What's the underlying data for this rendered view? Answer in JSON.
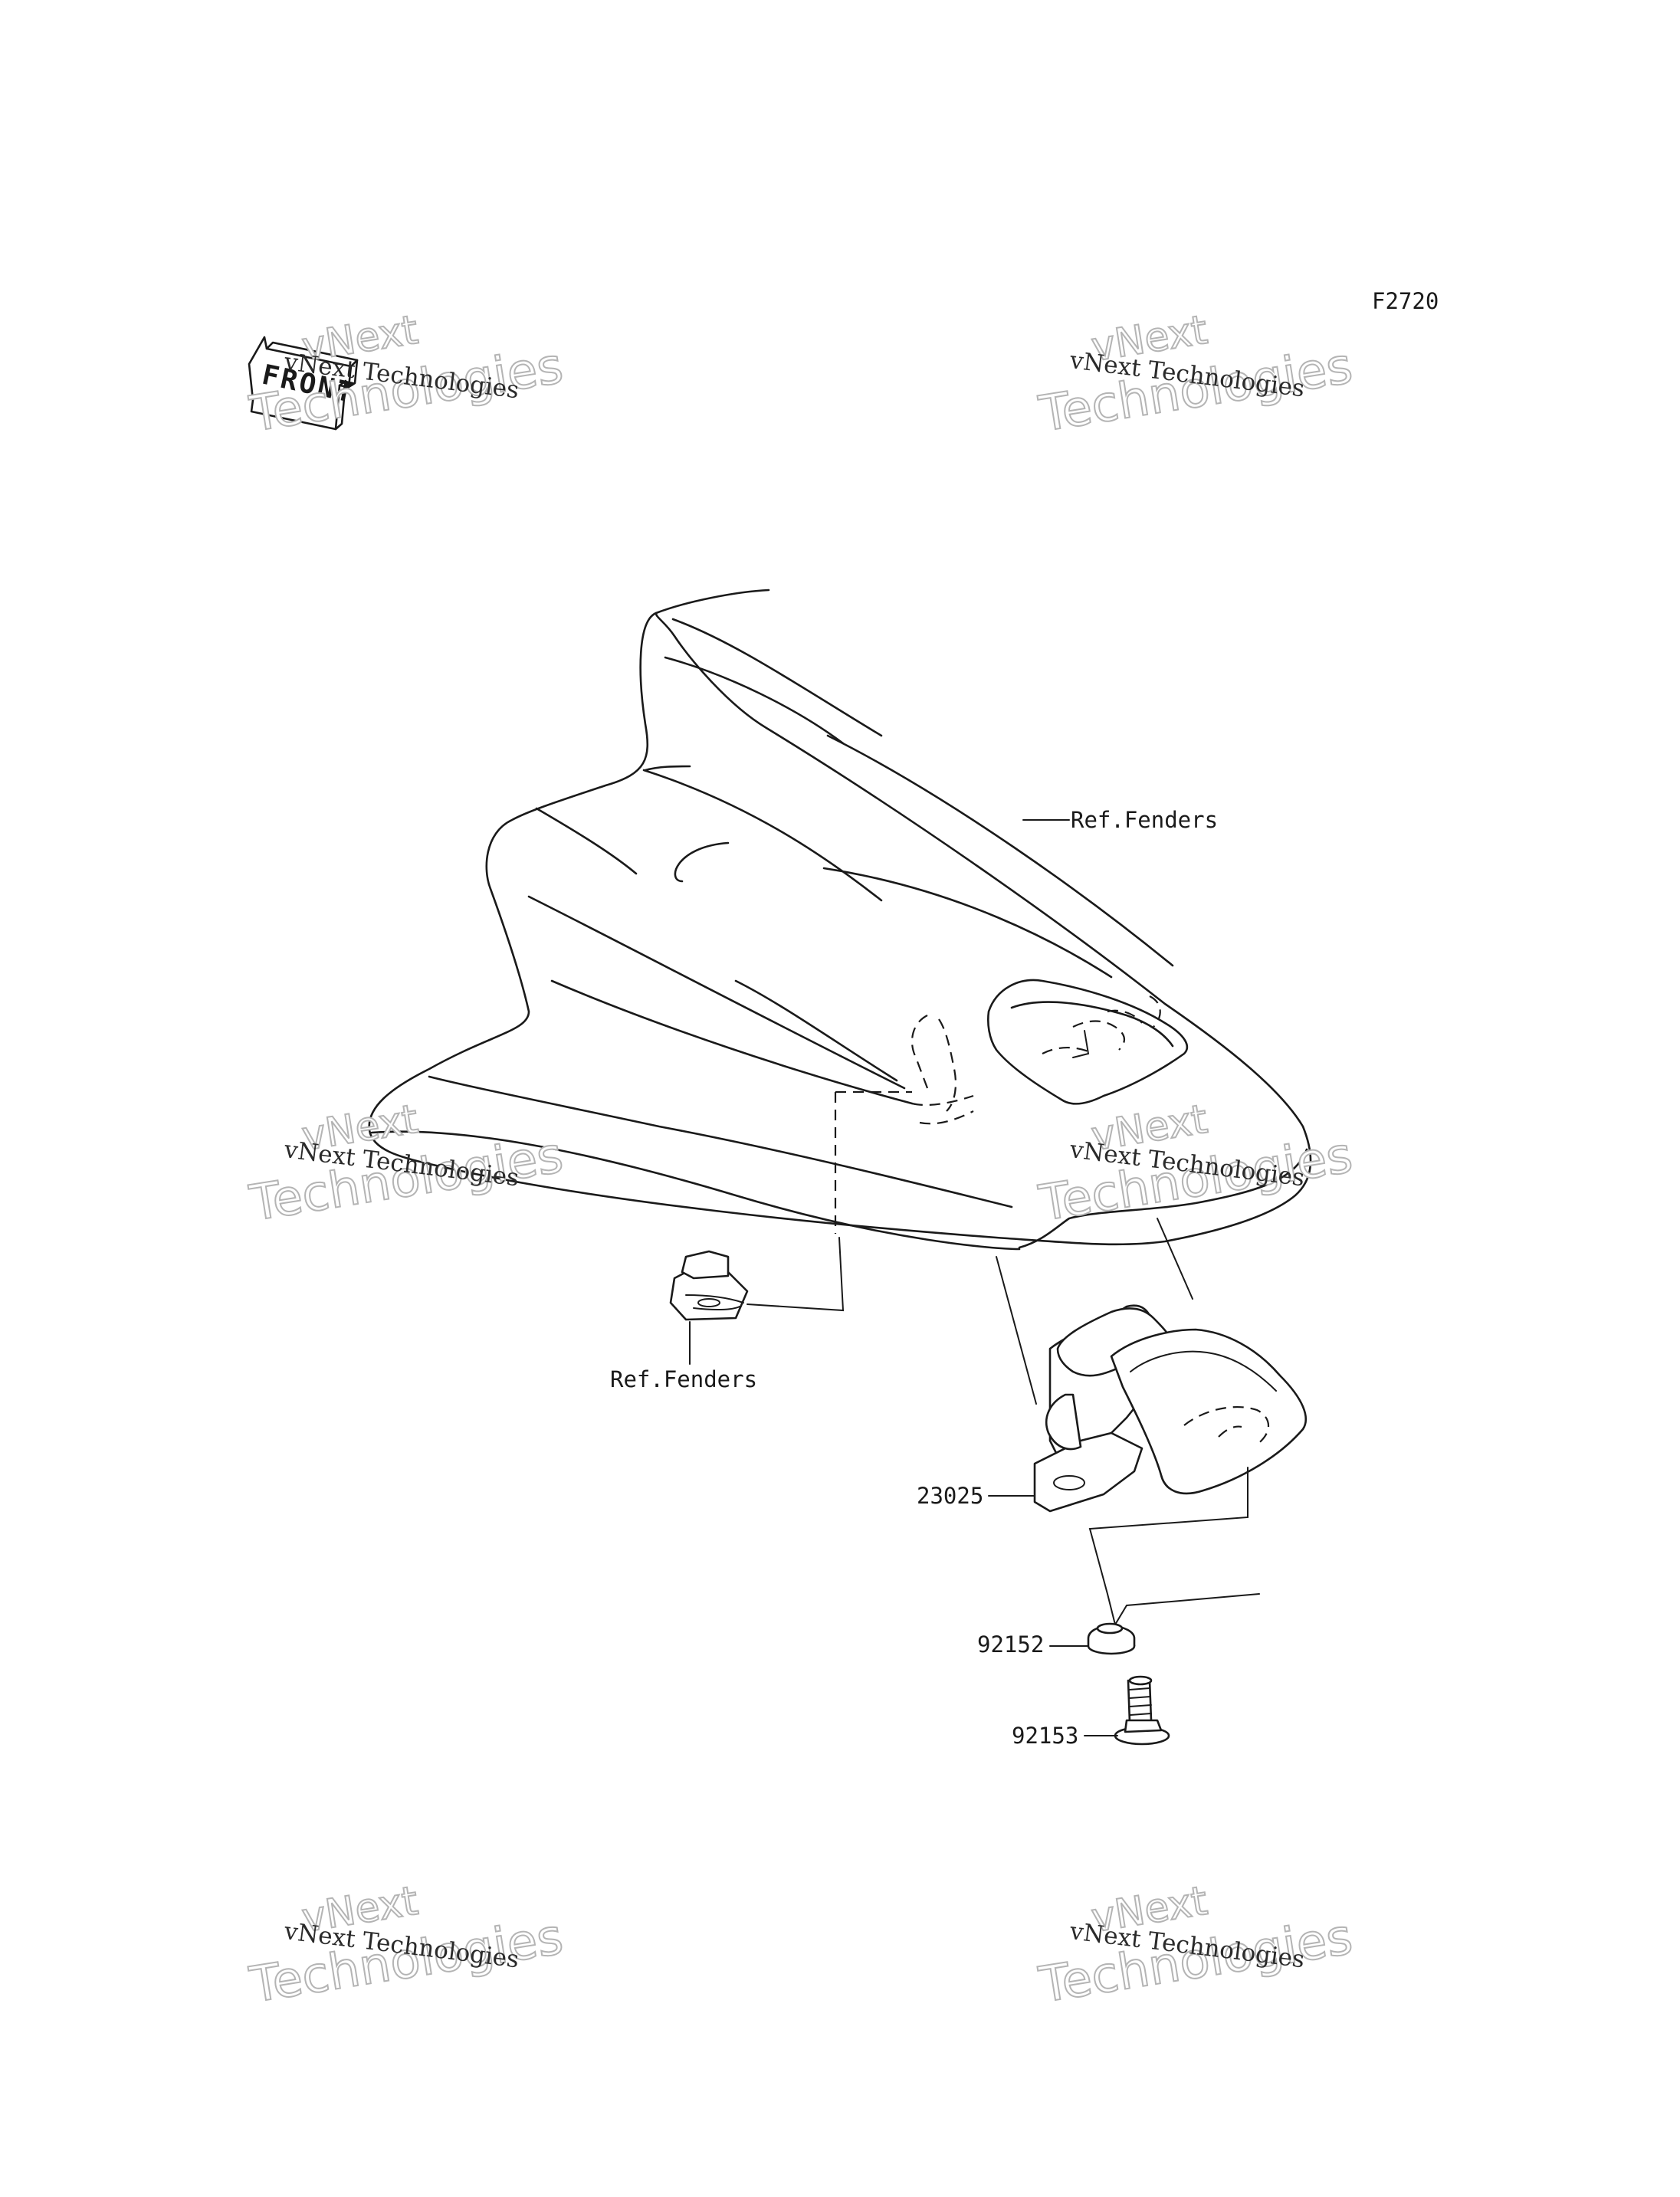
{
  "diagram_code": "F2720",
  "front_marker": "FRONT",
  "labels": {
    "ref_fenders_upper": "Ref.Fenders",
    "ref_fenders_lower": "Ref.Fenders",
    "part_23025": "23025",
    "part_92152": "92152",
    "part_92153": "92153"
  },
  "watermark": {
    "line1": "vNext",
    "line2": "Technologies",
    "line3": "vNext Technologies"
  }
}
